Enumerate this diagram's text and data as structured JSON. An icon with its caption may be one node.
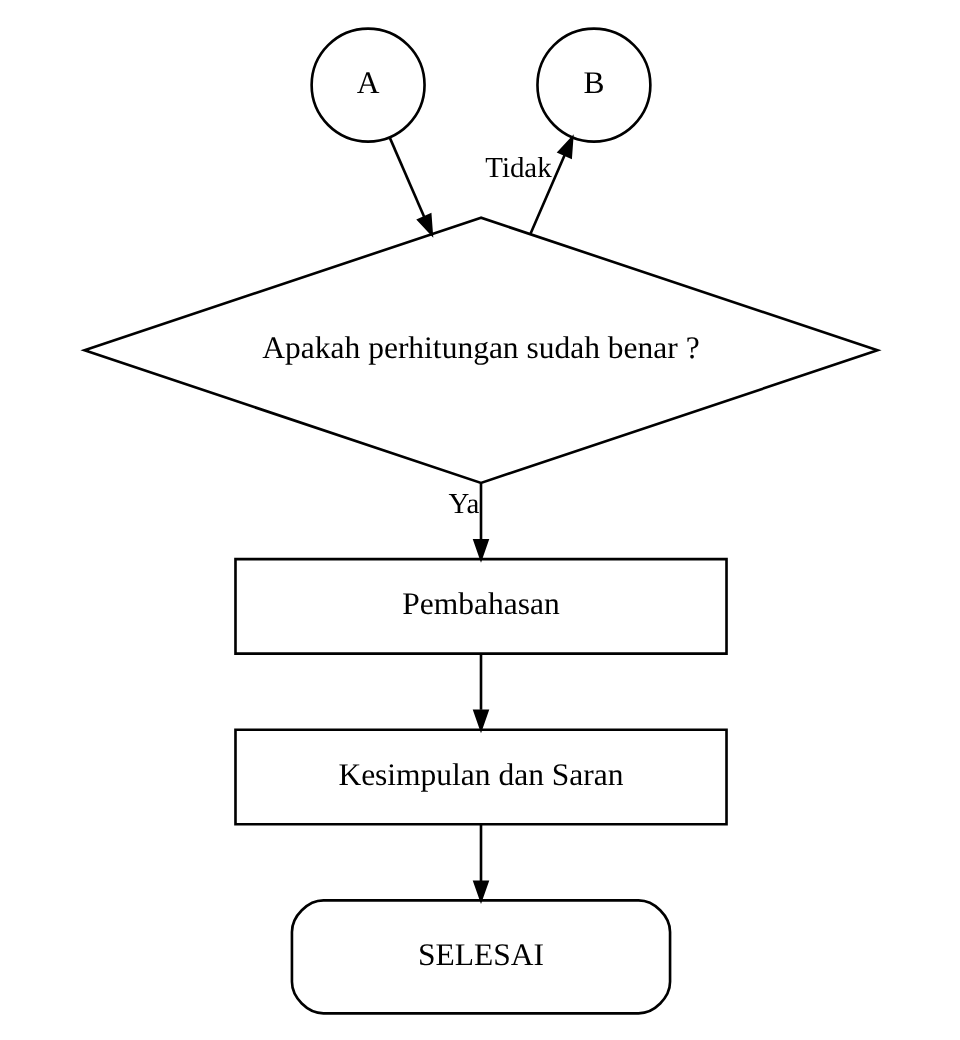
{
  "diagram": {
    "nodes": [
      {
        "text": [
          "A"
        ]
      },
      {
        "text": [
          "B"
        ]
      },
      {
        "text": [
          "Apakah perhitungan sudah benar ?"
        ]
      },
      {
        "text": [
          "Pembahasan"
        ]
      },
      {
        "text": [
          "Kesimpulan dan Saran"
        ]
      },
      {
        "text": [
          "SELESAI"
        ]
      }
    ],
    "edges": [
      {
        "from": 0,
        "to": 2,
        "arrow": "to"
      },
      {
        "from": 2,
        "to": 1,
        "arrow": "to",
        "label": "Tidak"
      },
      {
        "from": 2,
        "to": 3,
        "arrow": "to",
        "label": "Ya"
      },
      {
        "from": 3,
        "to": 4,
        "arrow": "to"
      },
      {
        "from": 4,
        "to": 5,
        "arrow": "to"
      }
    ]
  }
}
